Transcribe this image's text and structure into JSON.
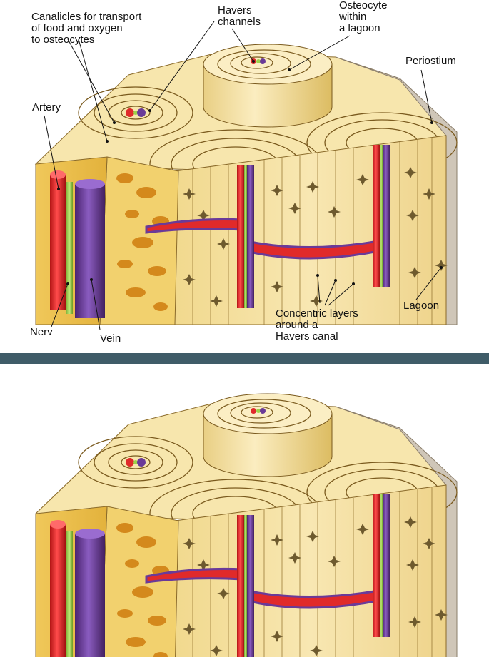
{
  "labels": {
    "canalicles": "Canalicles for transport\nof food and oxygen\nto osteocytes",
    "havers_channels": "Havers\nchannels",
    "osteocyte": "Osteocyte\nwithin\na lagoon",
    "periostium": "Periostium",
    "artery": "Artery",
    "nerv": "Nerv",
    "vein": "Vein",
    "concentric_layers": "Concentric layers\naround a\nHavers canal",
    "lagoon": "Lagoon"
  },
  "colors": {
    "bone": "#f6e3a8",
    "bone_dark": "#e8c86d",
    "spongy": "#d99a2a",
    "artery": "#e02a2a",
    "nerve": "#9cd24a",
    "vein": "#6a3a98",
    "periosteum": "#c8c0b4",
    "divider": "#3f5c68",
    "osteocyte": "#6e5a2e"
  }
}
